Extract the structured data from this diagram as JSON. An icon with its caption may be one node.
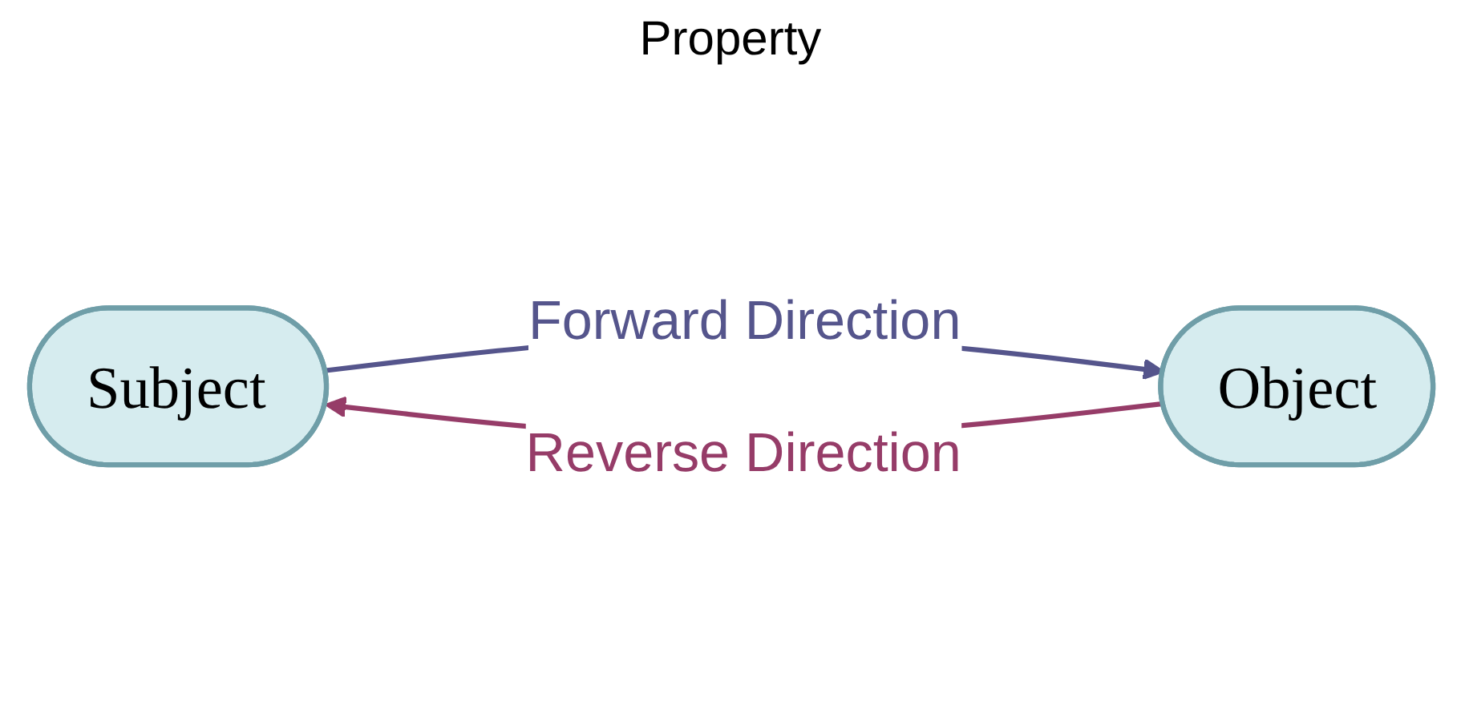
{
  "diagram": {
    "nodes": [
      {
        "text": [
          "Subject"
        ]
      },
      {
        "text": [
          "Object"
        ]
      }
    ],
    "edges": [
      {
        "from": 0,
        "to": 1,
        "arrow": "to",
        "label": "Forward Direction",
        "color": "#55558c"
      },
      {
        "from": 1,
        "to": 0,
        "arrow": "to",
        "label": "Reverse Direction",
        "color": "#963c68"
      }
    ],
    "labels": [
      "Property"
    ]
  }
}
